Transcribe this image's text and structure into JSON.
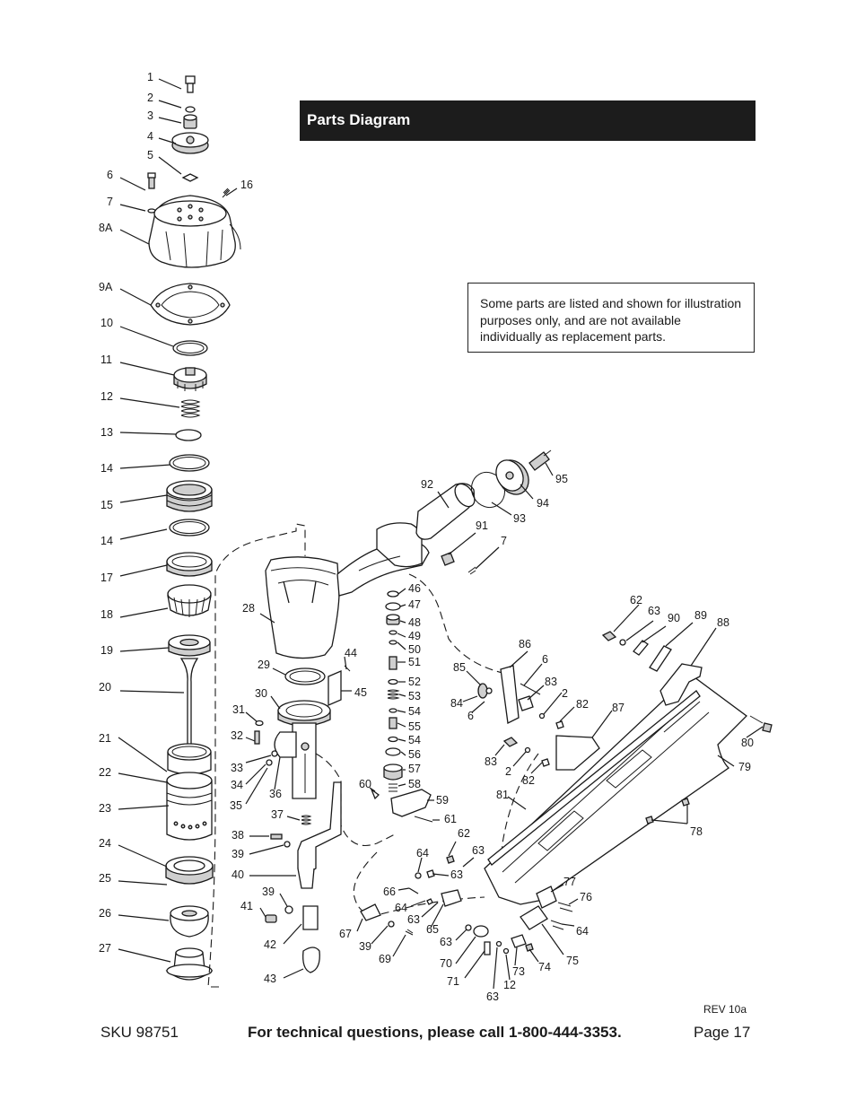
{
  "header": {
    "title": "Parts Diagram"
  },
  "note": {
    "text": "Some parts are listed and shown for illustration purposes only, and are not available individually as replacement parts."
  },
  "revision": "REV 10a",
  "footer": {
    "sku": "SKU 98751",
    "technical": "For technical questions, please call 1-800-444-3353.",
    "page": "Page 17"
  },
  "callouts": [
    "1",
    "2",
    "3",
    "4",
    "5",
    "6",
    "7",
    "8A",
    "16",
    "9A",
    "10",
    "11",
    "12",
    "13",
    "14",
    "15",
    "14",
    "17",
    "18",
    "19",
    "20",
    "21",
    "22",
    "23",
    "24",
    "25",
    "26",
    "27",
    "28",
    "29",
    "30",
    "31",
    "32",
    "33",
    "34",
    "35",
    "36",
    "37",
    "38",
    "39",
    "40",
    "39",
    "41",
    "42",
    "43",
    "44",
    "45",
    "46",
    "47",
    "48",
    "49",
    "50",
    "51",
    "52",
    "53",
    "54",
    "55",
    "54",
    "56",
    "57",
    "58",
    "60",
    "59",
    "61",
    "62",
    "63",
    "64",
    "63",
    "66",
    "64",
    "63",
    "65",
    "67",
    "39",
    "69",
    "63",
    "70",
    "71",
    "63",
    "12",
    "73",
    "74",
    "75",
    "64",
    "76",
    "77",
    "92",
    "91",
    "7",
    "93",
    "94",
    "95",
    "62",
    "63",
    "90",
    "89",
    "88",
    "86",
    "6",
    "85",
    "84",
    "83",
    "6",
    "2",
    "82",
    "87",
    "83",
    "2",
    "82",
    "81",
    "80",
    "79",
    "78"
  ]
}
